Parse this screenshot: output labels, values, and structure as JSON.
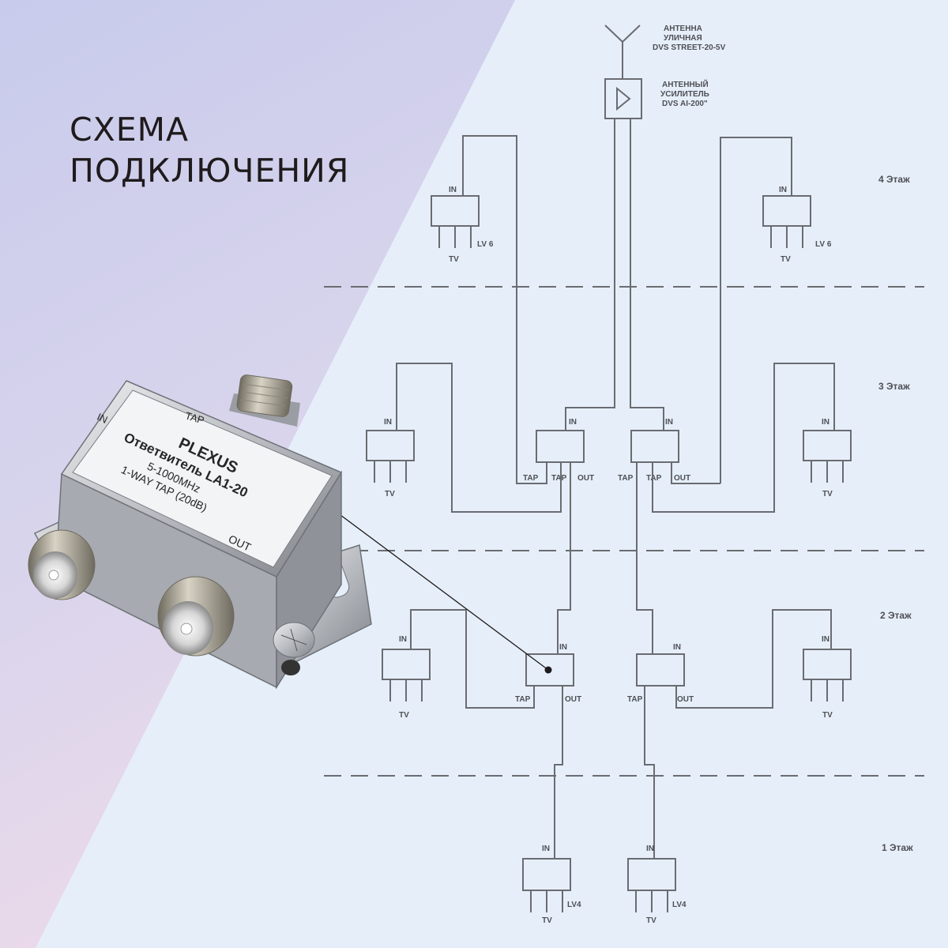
{
  "title": {
    "line1": "СХЕМА",
    "line2": "ПОДКЛЮЧЕНИЯ"
  },
  "antenna": {
    "line1": "АНТЕННА",
    "line2": "УЛИЧНАЯ",
    "line3": "DVS STREET-20-5V"
  },
  "amplifier": {
    "line1": "АНТЕННЫЙ",
    "line2": "УСИЛИТЕЛЬ",
    "line3": "DVS AI-200\""
  },
  "floors": {
    "f4": "4 Этаж",
    "f3": "3 Этаж",
    "f2": "2 Этаж",
    "f1": "1 Этаж"
  },
  "ports": {
    "in": "IN",
    "tap": "TAP",
    "out": "OUT",
    "tv": "TV",
    "lv6": "LV 6",
    "lv4": "LV4"
  },
  "device": {
    "brand": "PLEXUS",
    "name": "Ответвитель LA1-20",
    "freq": "5-1000MHz",
    "spec": "1-WAY TAP (20dB)",
    "tap": "TAP",
    "in": "IN",
    "out": "OUT"
  },
  "colors": {
    "background": "#e6eff9",
    "wire": "#6a6c71",
    "label": "#4e4f55",
    "title": "#1f1a1c",
    "panel": "#c9cbea"
  }
}
